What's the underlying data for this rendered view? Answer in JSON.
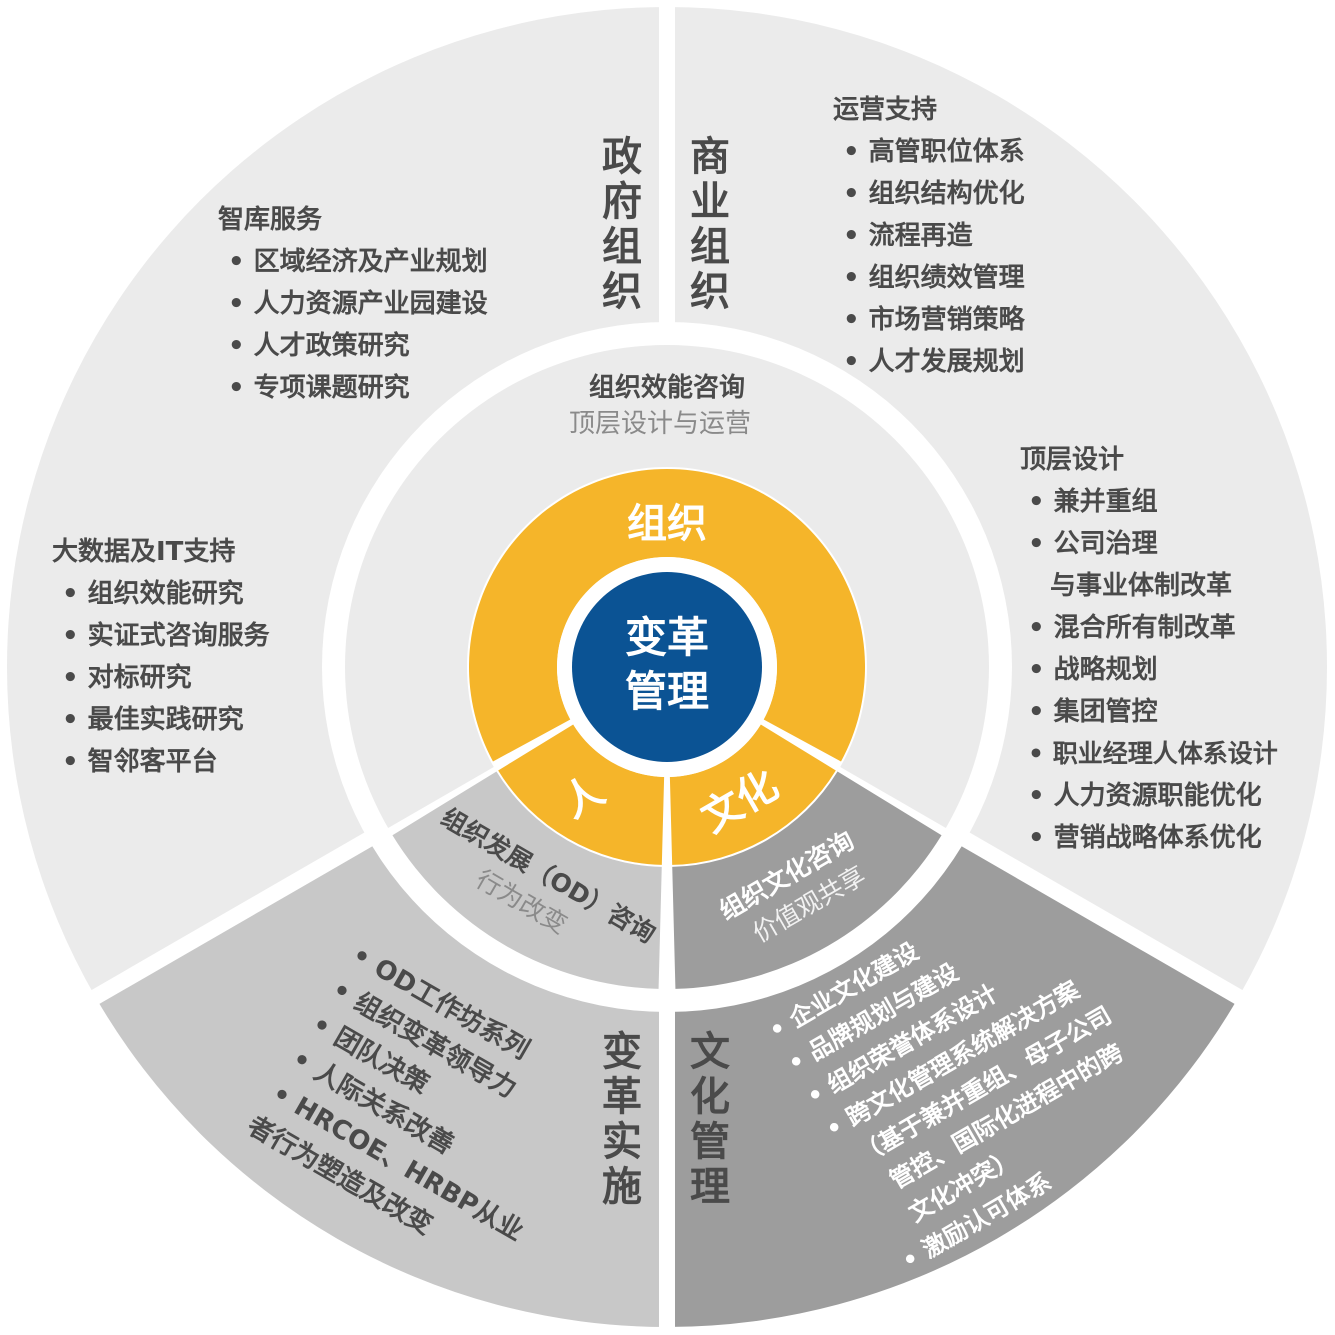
{
  "colors": {
    "outer_light": "#ebebeb",
    "outer_mid": "#c8c8c8",
    "outer_dark": "#9d9d9d",
    "ring_light": "#ebebeb",
    "ring_mid": "#c8c8c8",
    "ring_dark": "#9d9d9d",
    "gold": "#f5b52a",
    "navy": "#0b5394",
    "divider": "#ffffff"
  },
  "core": {
    "line1": "变革",
    "line2": "管理"
  },
  "inner": {
    "org": "组织",
    "people": "人",
    "culture": "文化"
  },
  "ring": {
    "efficiency_title": "组织效能咨询",
    "efficiency_sub": "顶层设计与运营",
    "od_title": "组织发展（OD）咨询",
    "od_sub": "行为改变",
    "culture_title": "组织文化咨询",
    "culture_sub": "价值观共享"
  },
  "sectors": {
    "government": "政府组织",
    "business": "商业组织",
    "change": "变革实施",
    "culture_mgmt": "文化管理"
  },
  "lists": {
    "thinktank": {
      "title": "智库服务",
      "items": [
        "区域经济及产业规划",
        "人力资源产业园建设",
        "人才政策研究",
        "专项课题研究"
      ]
    },
    "operations": {
      "title": "运营支持",
      "items": [
        "高管职位体系",
        "组织结构优化",
        "流程再造",
        "组织绩效管理",
        "市场营销策略",
        "人才发展规划"
      ]
    },
    "bigdata": {
      "title": "大数据及IT支持",
      "items": [
        "组织效能研究",
        "实证式咨询服务",
        "对标研究",
        "最佳实践研究",
        "智邻客平台"
      ]
    },
    "toplevel": {
      "title": "顶层设计",
      "items": [
        "兼并重组",
        "公司治理",
        "与事业体制改革",
        "混合所有制改革",
        "战略规划",
        "集团管控",
        "职业经理人体系设计",
        "人力资源职能优化",
        "营销战略体系优化"
      ]
    },
    "od": {
      "items": [
        "OD工作坊系列",
        "组织变革领导力",
        "团队决策",
        "人际关系改善",
        "HRCOE、HRBP从业",
        "者行为塑造及改变"
      ]
    },
    "culture": {
      "items": [
        "企业文化建设",
        "品牌规划与建设",
        "组织荣誉体系设计",
        "跨文化管理系统解决方案",
        "（基于兼并重组、母子公司",
        "管控、国际化进程中的跨",
        "文化冲突）",
        "激励认可体系"
      ]
    }
  }
}
